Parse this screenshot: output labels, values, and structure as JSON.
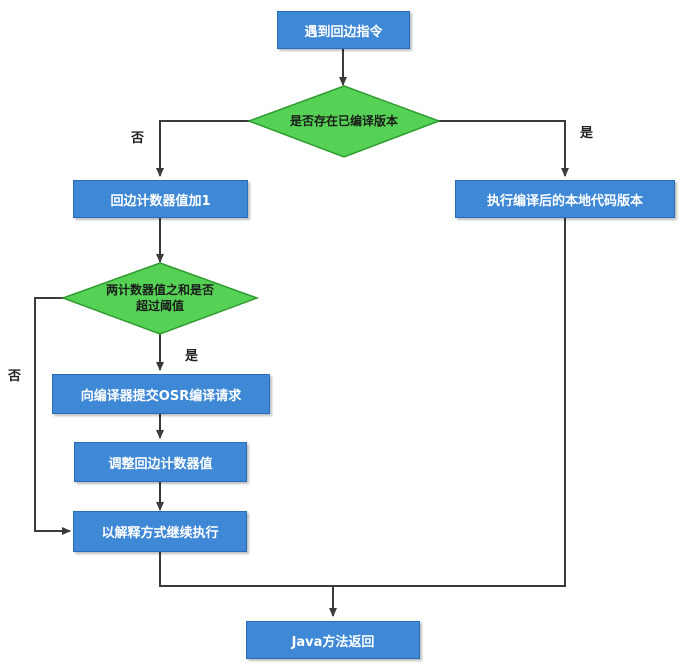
{
  "nodes": {
    "start": "遇到回边指令",
    "check_compiled": "是否存在已编译版本",
    "exec_native": "执行编译后的本地代码版本",
    "counter_add": "回边计数器值加1",
    "threshold_line1": "两计数器值之和是否",
    "threshold_line2": "超过阈值",
    "submit_osr": "向编译器提交OSR编译请求",
    "adjust_counter": "调整回边计数器值",
    "interpret": "以解释方式继续执行",
    "java_return": "Java方法返回"
  },
  "labels": {
    "yes_compiled": "是",
    "no_compiled": "否",
    "yes_threshold": "是",
    "no_threshold": "否"
  },
  "colors": {
    "process": "#3f88d6",
    "decision": "#55d255",
    "line": "#3a3a3a"
  }
}
